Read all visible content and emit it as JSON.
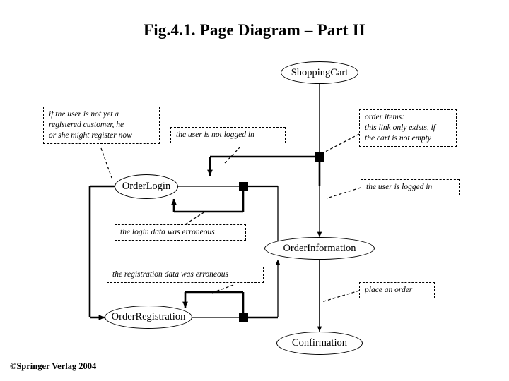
{
  "slide": {
    "title": "Fig.4.1. Page Diagram – Part II",
    "footer": "©Springer Verlag 2004",
    "background": "#ffffff",
    "line_color": "#000000"
  },
  "nodes": [
    {
      "id": "shopping-cart",
      "label": "ShoppingCart"
    },
    {
      "id": "order-login",
      "label": "OrderLogin"
    },
    {
      "id": "order-information",
      "label": "OrderInformation"
    },
    {
      "id": "order-registration",
      "label": "OrderRegistration"
    },
    {
      "id": "confirmation",
      "label": "Confirmation"
    }
  ],
  "notes": [
    {
      "id": "note-register-now",
      "lines": [
        "if the user is not yet a",
        "registered customer, he",
        "or she might register now"
      ]
    },
    {
      "id": "note-not-logged-in",
      "lines": [
        "the user is not logged in"
      ]
    },
    {
      "id": "note-order-items",
      "lines": [
        "order items:",
        "this link only exists, if",
        "the cart is not empty"
      ]
    },
    {
      "id": "note-logged-in",
      "lines": [
        "the user is logged in"
      ]
    },
    {
      "id": "note-login-error",
      "lines": [
        "the login data was erroneous"
      ]
    },
    {
      "id": "note-registration-error",
      "lines": [
        "the registration data was erroneous"
      ]
    },
    {
      "id": "note-place-order",
      "lines": [
        "place an order"
      ]
    }
  ]
}
